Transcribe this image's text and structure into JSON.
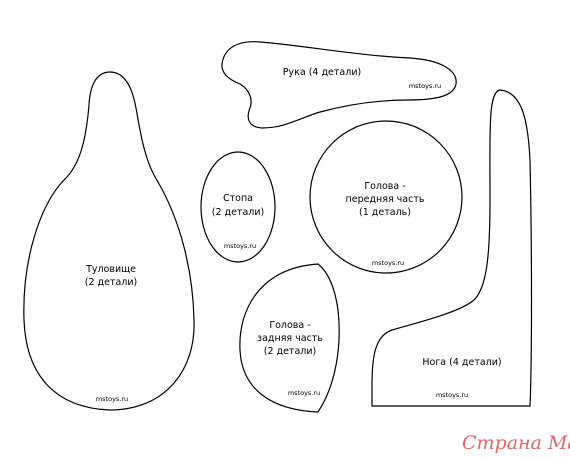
{
  "pieces": {
    "arm": {
      "label_1": "Рука (4 детали)",
      "site": "mstoys.ru"
    },
    "foot": {
      "label_1": "Стопа",
      "label_2": "(2 детали)",
      "site": "mstoys.ru"
    },
    "head_front": {
      "label_1": "Голова -",
      "label_2": "передняя часть",
      "label_3": "(1 деталь)",
      "site": "mstoys.ru"
    },
    "body": {
      "label_1": "Туловище",
      "label_2": "(2 детали)",
      "site": "mstoys.ru"
    },
    "head_back": {
      "label_1": "Голова -",
      "label_2": "задняя часть",
      "label_3": "(2 детали)",
      "site": "mstoys.ru"
    },
    "leg": {
      "label_1": "Нога (4 детали)",
      "site": "mstoys.ru"
    }
  },
  "watermark": {
    "text": "Страна Мам",
    "color": "#d96a6a"
  },
  "colors": {
    "outline": "#000000",
    "background": "#ffffff"
  }
}
